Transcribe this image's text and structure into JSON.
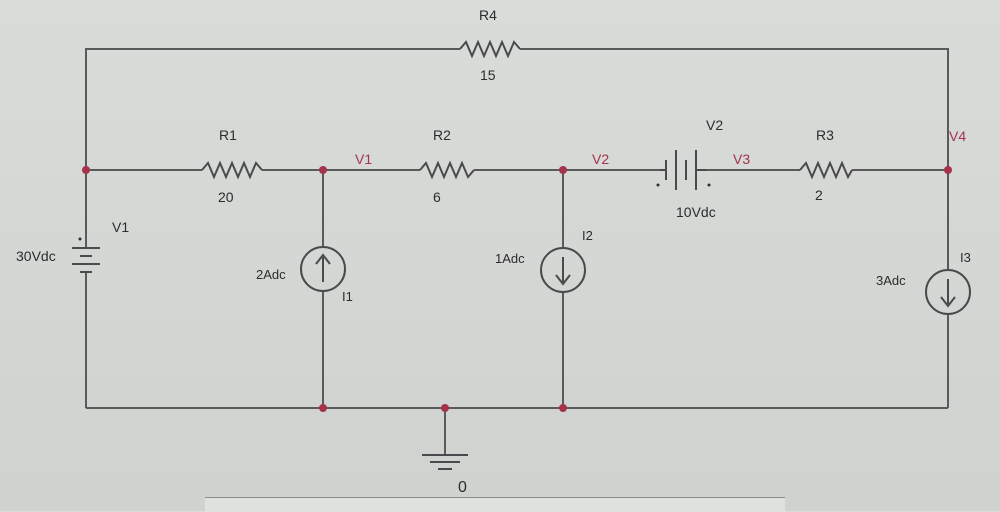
{
  "colors": {
    "wire": "#5a5a5c",
    "node": "#a3344c",
    "node_label": "#a3344c",
    "text": "#2c2c2e",
    "background": "#d6d9d5"
  },
  "components": {
    "R4": {
      "name": "R4",
      "value": "15"
    },
    "R1": {
      "name": "R1",
      "value": "20"
    },
    "R2": {
      "name": "R2",
      "value": "6"
    },
    "R3": {
      "name": "R3",
      "value": "2"
    },
    "V1": {
      "name": "V1",
      "value": "30Vdc"
    },
    "V2": {
      "name": "V2",
      "value": "10Vdc"
    },
    "I1": {
      "name": "I1",
      "value": "2Adc"
    },
    "I2": {
      "name": "I2",
      "value": "1Adc"
    },
    "I3": {
      "name": "I3",
      "value": "3Adc"
    }
  },
  "nodes": {
    "n1": "V1",
    "n2": "V2",
    "n3": "V3",
    "n4": "V4"
  },
  "ground": {
    "label": "0"
  },
  "icons": {
    "resistor": "resistor-zigzag-icon",
    "battery": "battery-icon",
    "current_source_up": "arrow-up-icon",
    "current_source_down": "arrow-down-icon",
    "ground": "ground-icon"
  }
}
